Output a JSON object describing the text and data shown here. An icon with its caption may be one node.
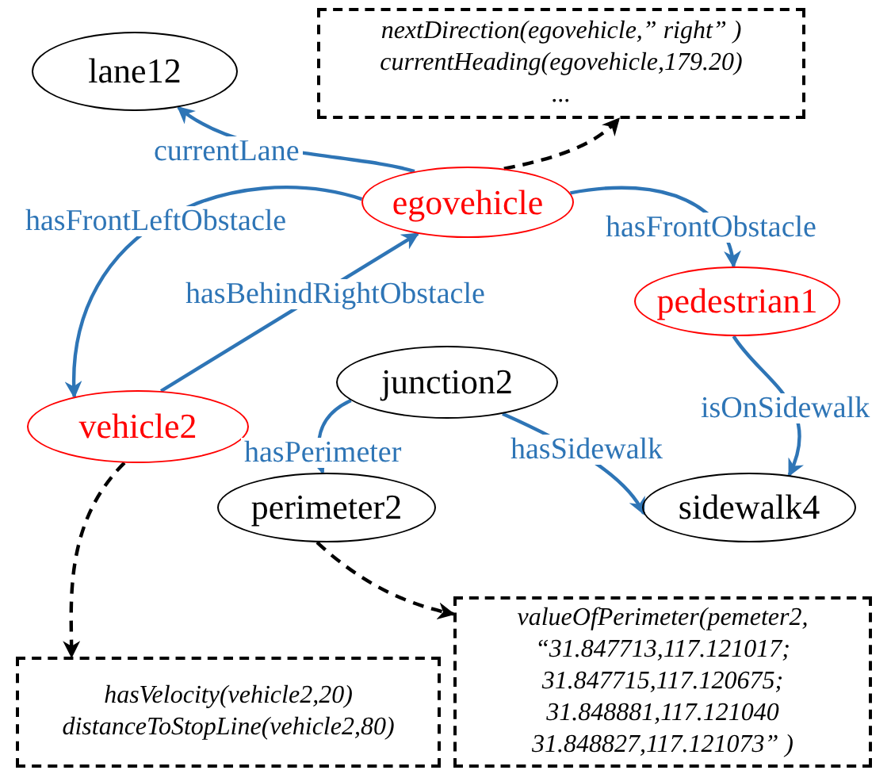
{
  "diagram": {
    "nodes": [
      {
        "text": [
          "lane12"
        ]
      },
      {
        "text": [
          "nextDirection(egovehicle,” right” )",
          "currentHeading(egovehicle,179.20)",
          "..."
        ]
      },
      {
        "text": [
          "egovehicle"
        ]
      },
      {
        "text": [
          "pedestrian1"
        ]
      },
      {
        "text": [
          "vehicle2"
        ]
      },
      {
        "text": [
          "junction2"
        ]
      },
      {
        "text": [
          "perimeter2"
        ]
      },
      {
        "text": [
          "sidewalk4"
        ]
      },
      {
        "text": [
          "hasVelocity(vehicle2,20)",
          "distanceToStopLine(vehicle2,80)"
        ]
      },
      {
        "text": [
          "valueOfPerimeter(pemeter2, “31.847713,117.121017; 31.847715,117.120675; 31.848881,117.121040 31.848827,117.121073” )"
        ]
      }
    ],
    "edges": [
      {
        "from": 2,
        "to": 0,
        "arrow": "to",
        "label": "currentLane"
      },
      {
        "from": 2,
        "to": 1,
        "arrow": "to",
        "style": "dashed",
        "color": "#000000"
      },
      {
        "from": 2,
        "to": 4,
        "arrow": "to",
        "label": "hasFrontLeftObstacle"
      },
      {
        "from": 4,
        "to": 2,
        "arrow": "to",
        "label": "hasBehindRightObstacle"
      },
      {
        "from": 2,
        "to": 3,
        "arrow": "to",
        "label": "hasFrontObstacle"
      },
      {
        "from": 3,
        "to": 7,
        "arrow": "to",
        "label": "isOnSidewalk"
      },
      {
        "from": 5,
        "to": 6,
        "arrow": "to",
        "label": "hasPerimeter"
      },
      {
        "from": 5,
        "to": 7,
        "arrow": "to",
        "label": "hasSidewalk"
      },
      {
        "from": 4,
        "to": 8,
        "arrow": "to",
        "style": "dashed",
        "color": "#000000"
      },
      {
        "from": 6,
        "to": 9,
        "arrow": "to",
        "style": "dashed",
        "color": "#000000"
      }
    ]
  }
}
